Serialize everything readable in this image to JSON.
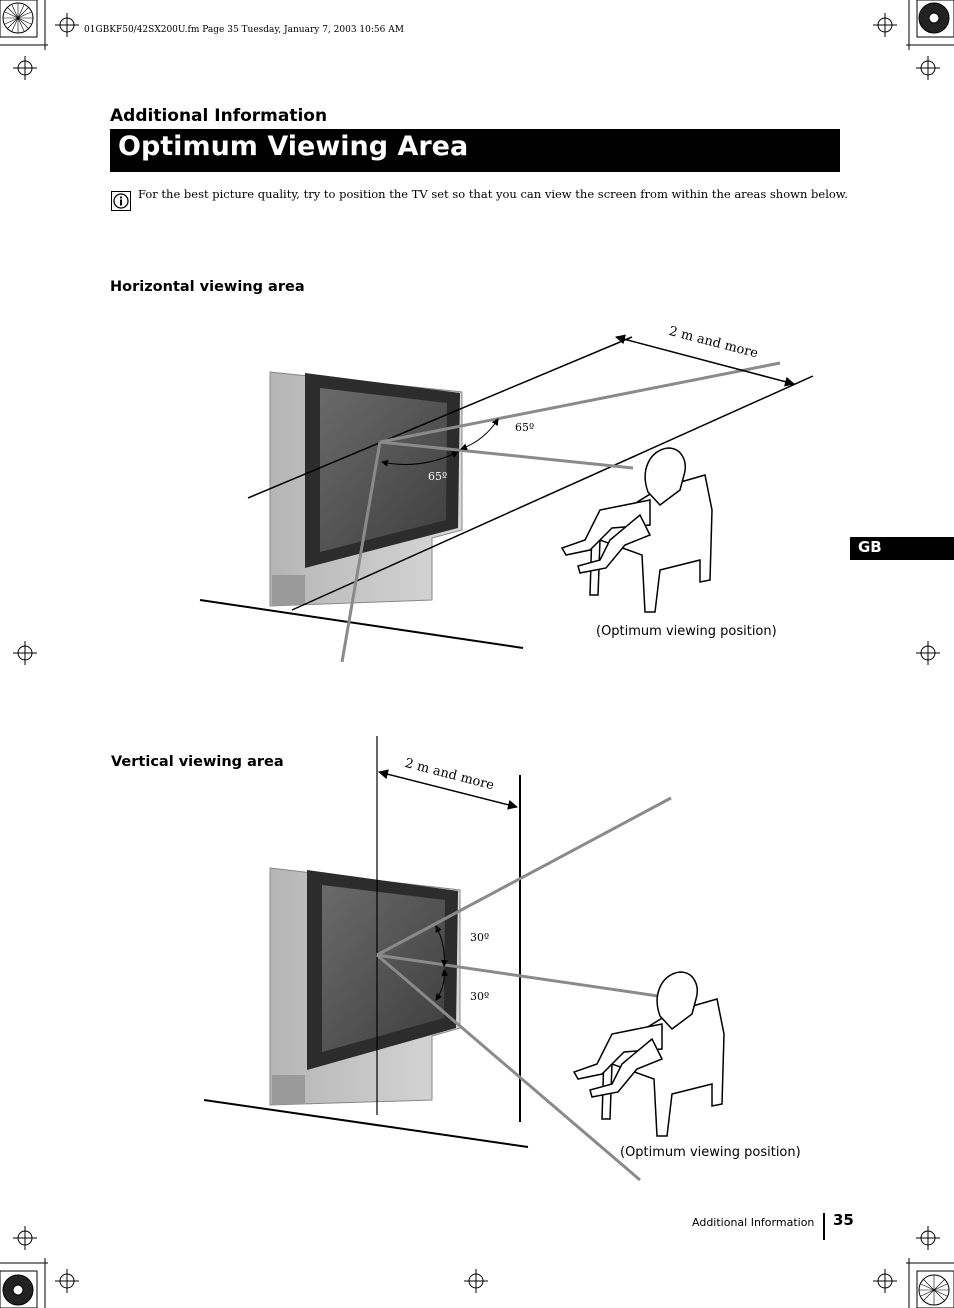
{
  "print_header": "01GBKF50/42SX200U.fm  Page 35  Tuesday, January 7, 2003  10:56 AM",
  "section_kicker": "Additional Information",
  "title": "Optimum Viewing Area",
  "intro": "For the best picture quality, try to position the TV set so that you can view the screen from within the areas shown below.",
  "info_icon": "info-icon",
  "horizontal": {
    "heading": "Horizontal viewing area",
    "distance_label": "2  m and more",
    "angle_outer": "65º",
    "angle_inner": "65º",
    "caption": "(Optimum viewing position)"
  },
  "vertical": {
    "heading": "Vertical viewing area",
    "distance_label": "2  m and more",
    "angle_upper": "30º",
    "angle_lower": "30º",
    "caption": "(Optimum viewing position)"
  },
  "side_tab": "GB",
  "footer": {
    "section": "Additional Information",
    "page_number": "35"
  }
}
